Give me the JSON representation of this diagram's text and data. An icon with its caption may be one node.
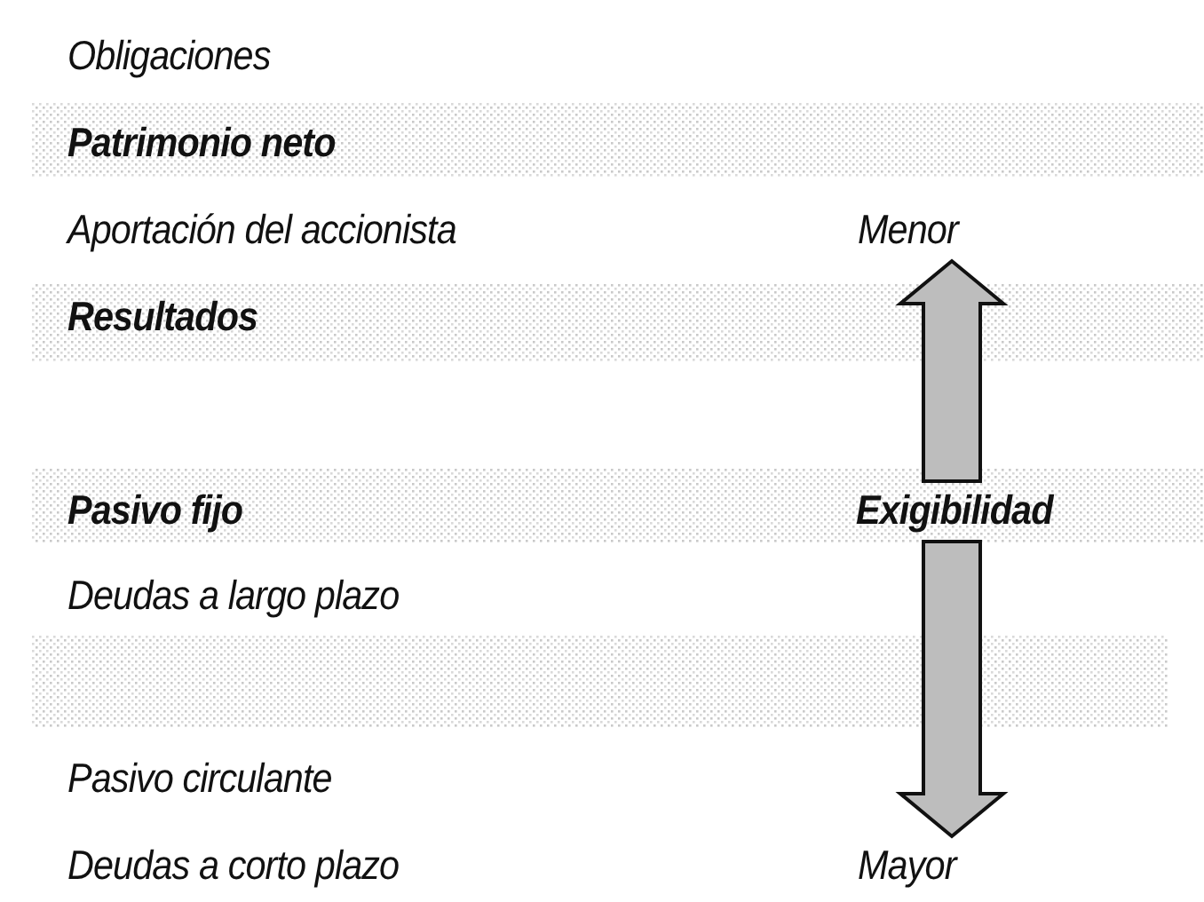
{
  "diagram": {
    "nodes": [
      {
        "text": [
          "Menor"
        ]
      },
      {
        "text": [
          "Exigibilidad"
        ]
      },
      {
        "text": [
          "Mayor"
        ]
      }
    ],
    "edges": [
      {
        "from": 1,
        "to": 0,
        "arrow": "to",
        "style": "thick"
      },
      {
        "from": 1,
        "to": 2,
        "arrow": "to",
        "style": "thick"
      }
    ],
    "labels": [
      "Obligaciones",
      "Patrimonio neto",
      "Aportación del accionista",
      "Resultados",
      "Pasivo fijo",
      "Deudas a largo plazo",
      "Pasivo circulante",
      "Deudas a corto plazo"
    ]
  }
}
